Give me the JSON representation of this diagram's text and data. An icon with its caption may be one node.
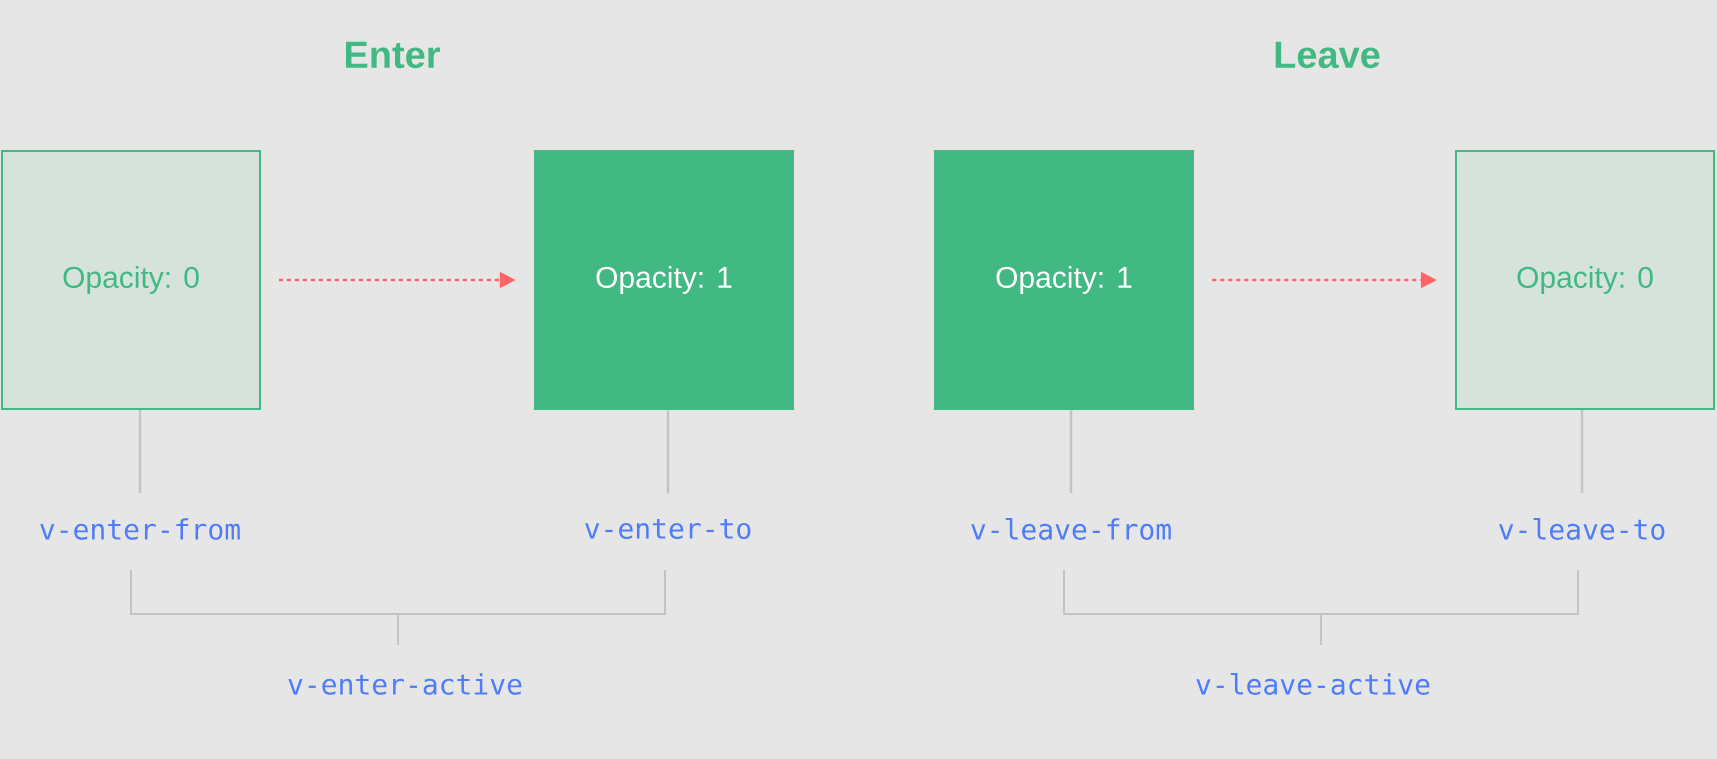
{
  "diagram": {
    "nodes": [
      {
        "text": [
          "Opacity: 0"
        ]
      },
      {
        "text": [
          "Opacity: 1"
        ]
      },
      {
        "text": [
          "Opacity: 1"
        ]
      },
      {
        "text": [
          "Opacity: 0"
        ]
      },
      {
        "text": [
          "v-enter-from"
        ]
      },
      {
        "text": [
          "v-enter-to"
        ]
      },
      {
        "text": [
          "v-leave-from"
        ]
      },
      {
        "text": [
          "v-leave-to"
        ]
      }
    ],
    "edges": [
      {
        "from": 0,
        "to": 1,
        "arrow": "to",
        "style": "dashed",
        "color": "#ff6464"
      },
      {
        "from": 2,
        "to": 3,
        "arrow": "to",
        "style": "dashed",
        "color": "#ff6464"
      },
      {
        "from": 4,
        "to": 0,
        "arrow": "none"
      },
      {
        "from": 5,
        "to": 1,
        "arrow": "none"
      },
      {
        "from": 6,
        "to": 2,
        "arrow": "none"
      },
      {
        "from": 7,
        "to": 3,
        "arrow": "none"
      }
    ],
    "labels": [
      "Enter",
      "Leave",
      "v-enter-active",
      "v-leave-active"
    ]
  }
}
